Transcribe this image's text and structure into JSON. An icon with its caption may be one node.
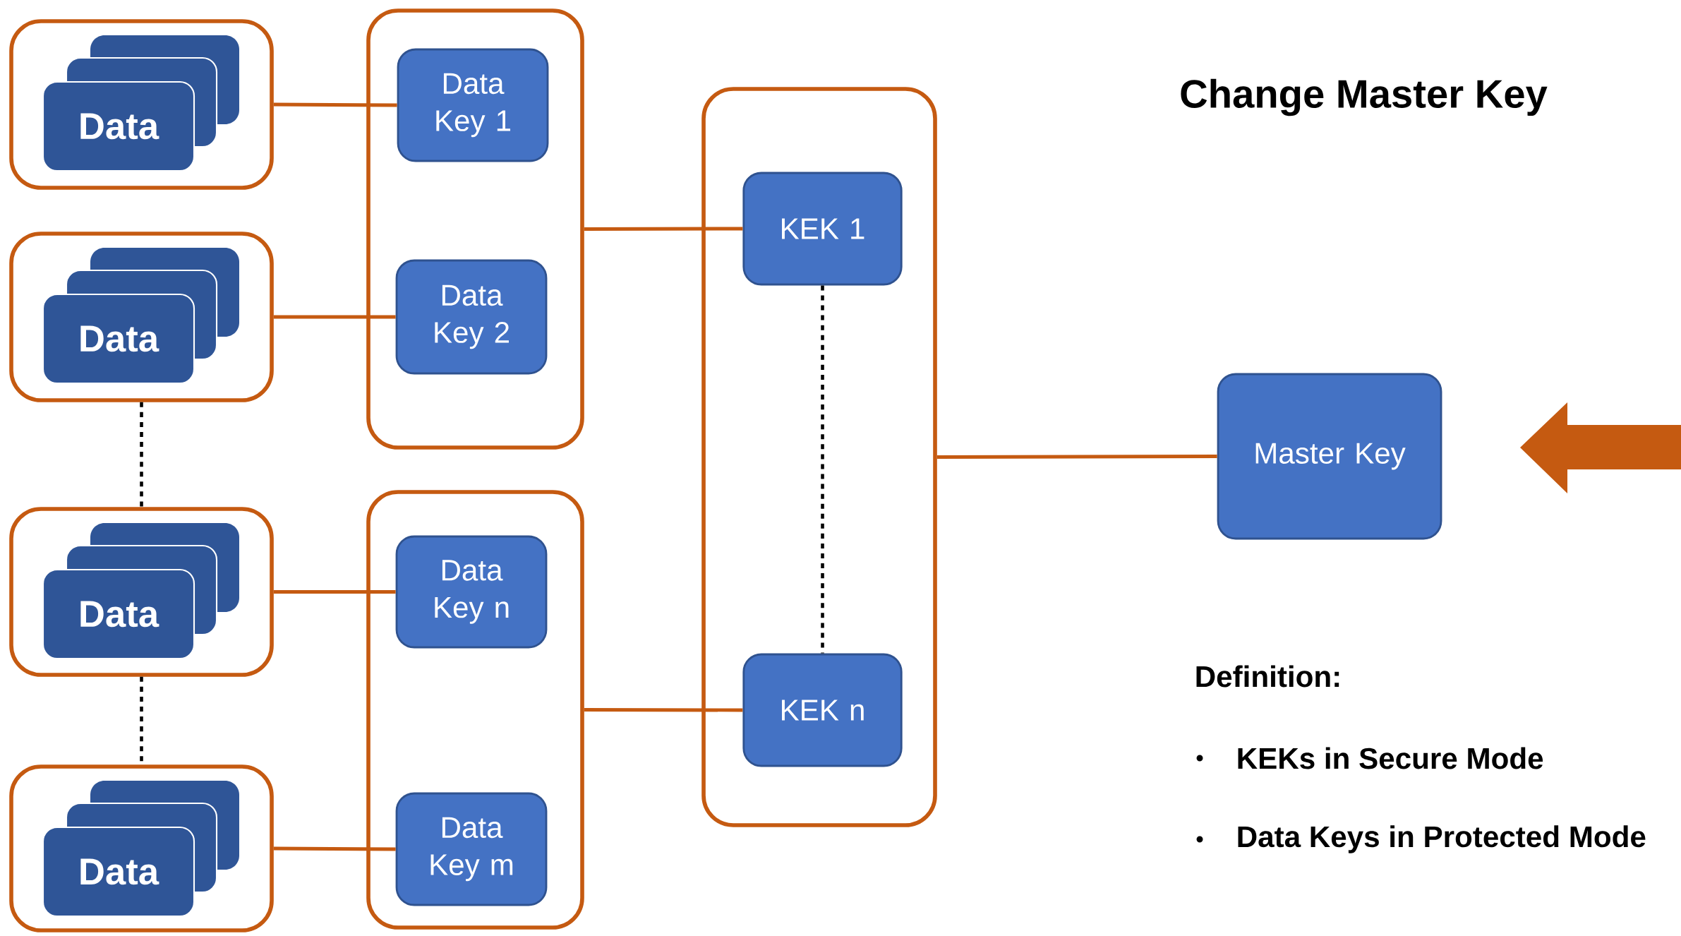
{
  "diagram": {
    "title": "Change Master Key",
    "nodes": [
      {
        "text": [],
        "shape": "box"
      },
      {
        "text": [
          "Data"
        ],
        "in": 0
      },
      {
        "text": [],
        "shape": "box"
      },
      {
        "text": [
          "Data"
        ],
        "in": 2
      },
      {
        "text": [],
        "shape": "box"
      },
      {
        "text": [
          "Data"
        ],
        "in": 4
      },
      {
        "text": [],
        "shape": "box"
      },
      {
        "text": [
          "Data"
        ],
        "in": 6
      },
      {
        "text": [],
        "shape": "box"
      },
      {
        "text": [
          "Data Key 1"
        ],
        "in": 8
      },
      {
        "text": [
          "Data Key 2"
        ],
        "in": 8
      },
      {
        "text": [],
        "shape": "box"
      },
      {
        "text": [
          "Data Key n"
        ],
        "in": 11
      },
      {
        "text": [
          "Data Key m"
        ],
        "in": 11
      },
      {
        "text": [],
        "shape": "box"
      },
      {
        "text": [
          "KEK 1"
        ],
        "in": 14
      },
      {
        "text": [
          "KEK n"
        ],
        "in": 14
      },
      {
        "text": [
          "Master Key"
        ]
      }
    ],
    "edges": [
      {
        "from": 0,
        "to": 9,
        "arrow": "none"
      },
      {
        "from": 2,
        "to": 10,
        "arrow": "none"
      },
      {
        "from": 4,
        "to": 12,
        "arrow": "none"
      },
      {
        "from": 6,
        "to": 13,
        "arrow": "none"
      },
      {
        "from": 8,
        "to": 15,
        "arrow": "none"
      },
      {
        "from": 11,
        "to": 16,
        "arrow": "none"
      },
      {
        "from": 14,
        "to": 17,
        "arrow": "none"
      },
      {
        "from": 2,
        "to": 4,
        "arrow": "none",
        "style": "dashed",
        "color": "#000000"
      },
      {
        "from": 4,
        "to": 6,
        "arrow": "none",
        "style": "dashed",
        "color": "#000000"
      },
      {
        "from": 15,
        "to": 16,
        "arrow": "none",
        "style": "dashed",
        "color": "#000000"
      }
    ],
    "labels": [
      "Definition:",
      "KEKs in Secure Mode",
      "Data Keys in Protected Mode"
    ]
  }
}
